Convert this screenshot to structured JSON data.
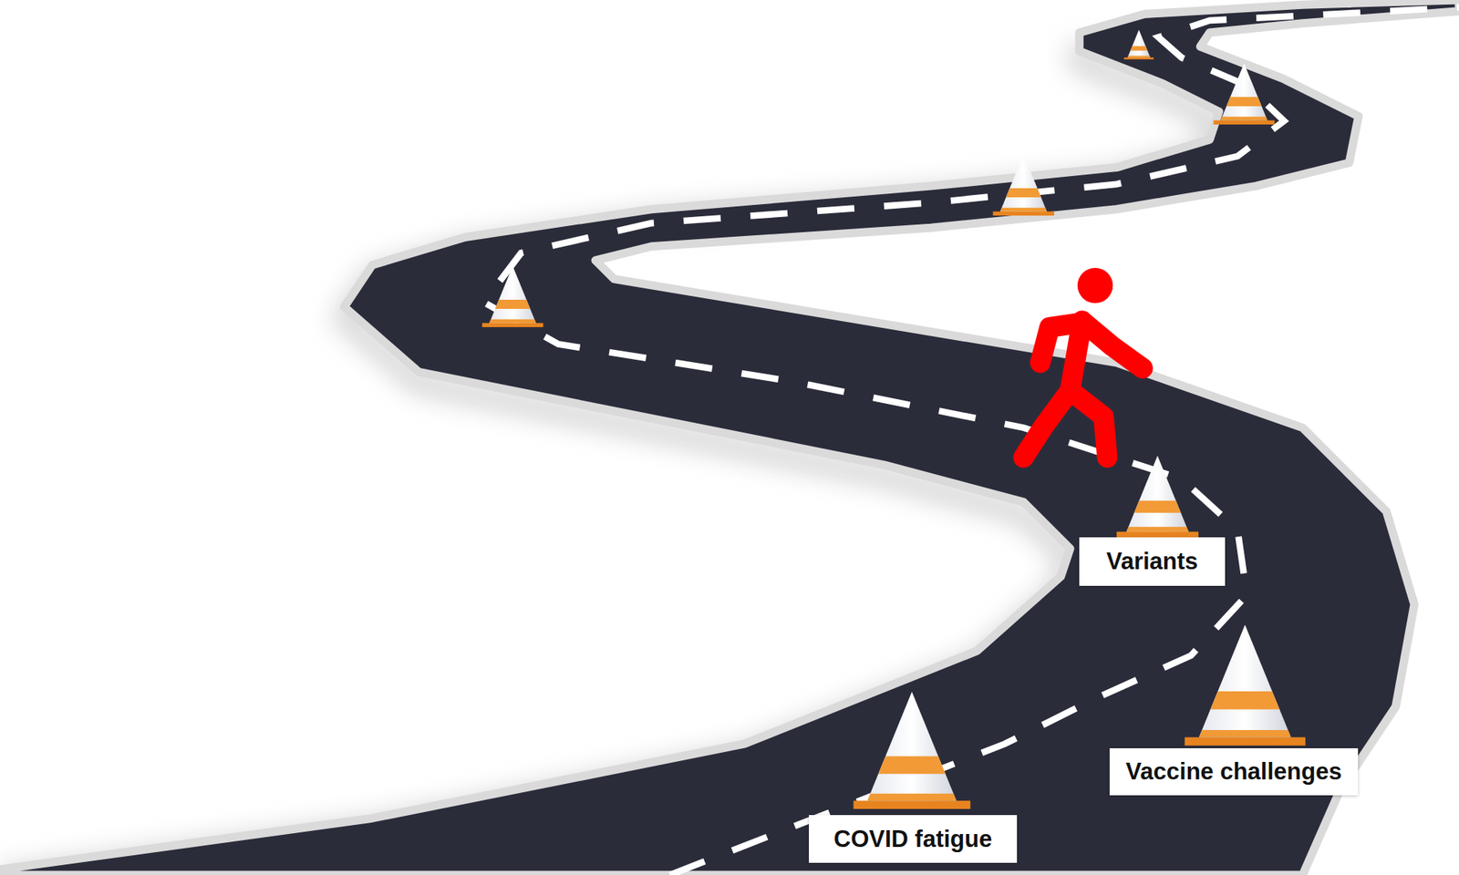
{
  "diagram": {
    "nodes": [
      {
        "text": [
          "Variants"
        ]
      },
      {
        "text": [
          "Vaccine challenges"
        ]
      },
      {
        "text": [
          "COVID fatigue"
        ]
      }
    ]
  }
}
